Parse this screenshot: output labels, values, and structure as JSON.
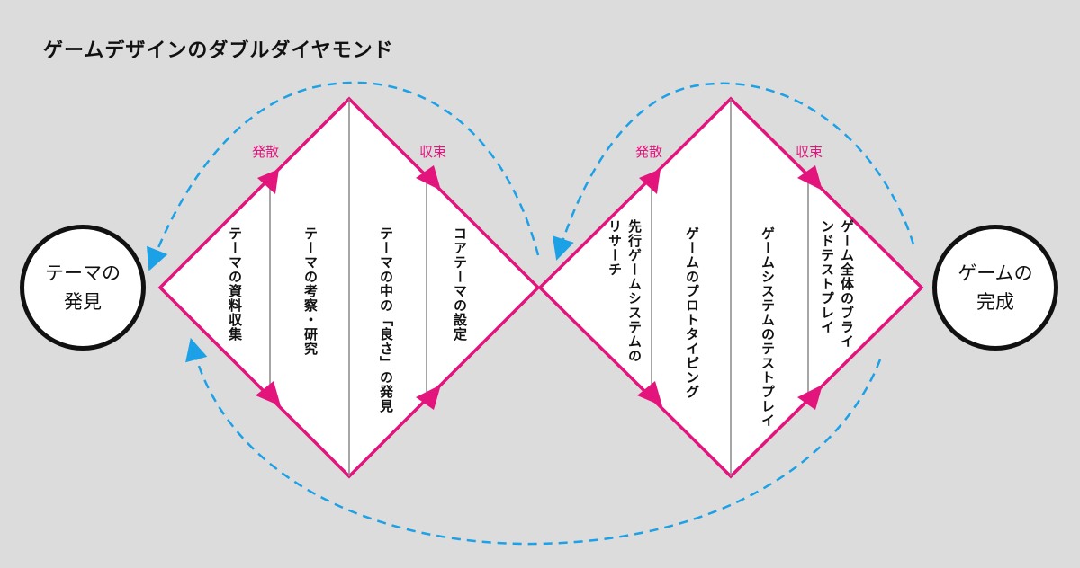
{
  "title": "ゲームデザインのダブルダイヤモンド",
  "colors": {
    "accent": "#e4147d",
    "dashed": "#1da1e6",
    "background": "#dcdcdc",
    "ink": "#111111"
  },
  "start": {
    "line1": "テーマの",
    "line2": "発見"
  },
  "end": {
    "line1": "ゲームの",
    "line2": "完成"
  },
  "phases": {
    "diverge": "発散",
    "converge": "収束"
  },
  "diamond1": {
    "steps": [
      "テーマの資料収集",
      "テーマの考察・研究",
      "テーマの中の「良さ」の発見",
      "コアテーマの設定"
    ]
  },
  "diamond2": {
    "step1_line1": "先行ゲームシステムの",
    "step1_line2": "リサーチ",
    "step2": "ゲームのプロトタイピング",
    "step3": "ゲームシステムのテストプレイ",
    "step4_line1": "ゲーム全体のブライ",
    "step4_line2": "ンドテストプレイ"
  }
}
